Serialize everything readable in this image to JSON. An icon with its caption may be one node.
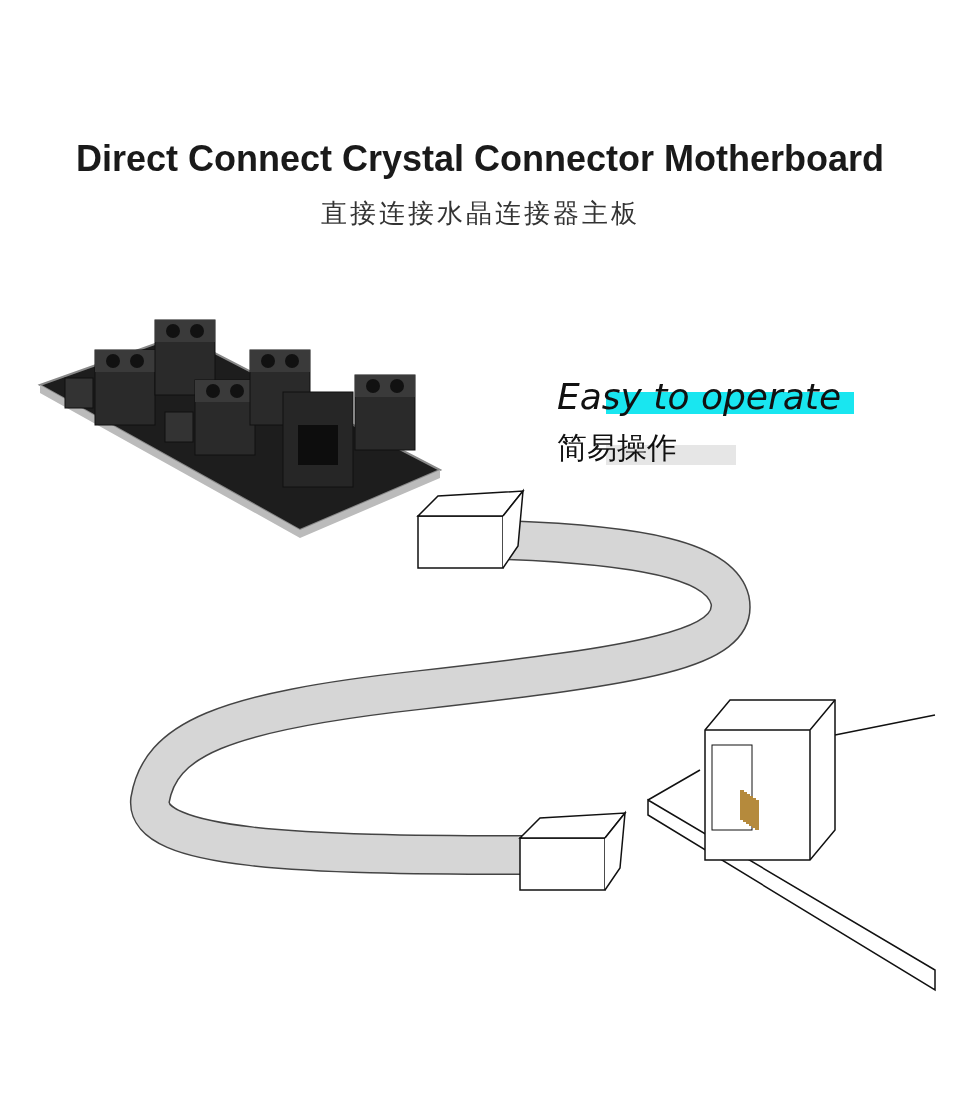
{
  "diagram": {
    "title": "Direct Connect Crystal Connector Motherboard",
    "labels": [
      "直接连接水晶连接器主板",
      "Easy to operate",
      "简易操作"
    ]
  }
}
